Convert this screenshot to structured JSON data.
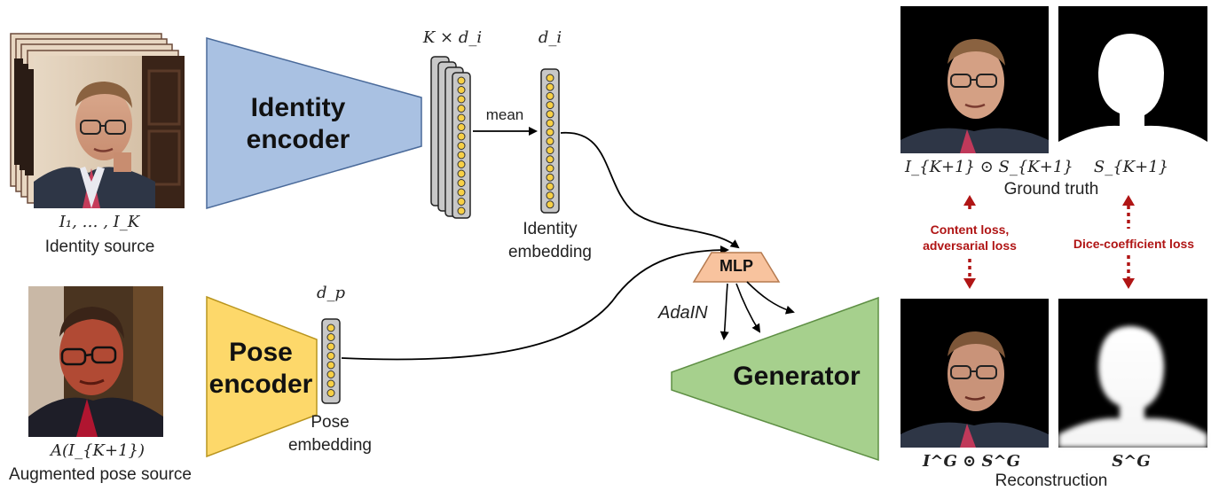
{
  "identity_source": {
    "symbol": "I₁, … , I_K",
    "label": "Identity source"
  },
  "pose_source": {
    "symbol": "A(I_{K+1})",
    "label": "Augmented pose source"
  },
  "identity_encoder": {
    "line1": "Identity",
    "line2": "encoder"
  },
  "pose_encoder": {
    "line1": "Pose",
    "line2": "encoder"
  },
  "identity_stack_dim": "K × d_i",
  "identity_embedding": {
    "dim": "d_i",
    "line1": "Identity",
    "line2": "embedding"
  },
  "mean_label": "mean",
  "pose_embedding": {
    "dim": "d_p",
    "line1": "Pose",
    "line2": "embedding"
  },
  "mlp_label": "MLP",
  "adain_label": "AdaIN",
  "generator_label": "Generator",
  "ground_truth": {
    "image_label": "I_{K+1} ⊙ S_{K+1}",
    "mask_label": "S_{K+1}",
    "label": "Ground truth"
  },
  "reconstruction": {
    "image_label": "I^G ⊙ S^G",
    "mask_label": "S^G",
    "label": "Reconstruction"
  },
  "losses": {
    "content_line1": "Content loss,",
    "content_line2": "adversarial loss",
    "dice": "Dice-coefficient loss"
  },
  "colors": {
    "identity_encoder": "#a9c1e2",
    "pose_encoder": "#fdd86a",
    "mlp": "#f8c39e",
    "generator": "#a6d08d",
    "embedding_cell": "#f7d046",
    "embedding_bar": "#c8c8c8",
    "loss": "#b01515"
  }
}
